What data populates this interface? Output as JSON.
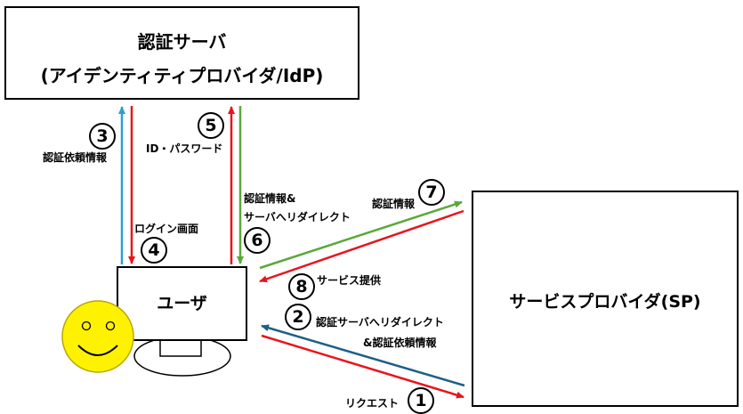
{
  "idp": {
    "title_line1": "認証サーバ",
    "title_line2": "(アイデンティティプロバイダ/IdP)"
  },
  "sp": {
    "title": "サービスプロバイダ(SP)"
  },
  "user": {
    "title": "ユーザ"
  },
  "steps": {
    "s1": {
      "num": "1",
      "label": "リクエスト"
    },
    "s2": {
      "num": "2",
      "label_line1": "認証サーバへリダイレクト",
      "label_line2": "&認証依頼情報"
    },
    "s3": {
      "num": "3",
      "label": "認証依頼情報"
    },
    "s4": {
      "num": "4",
      "label": "ログイン画面"
    },
    "s5": {
      "num": "5",
      "label": "ID・パスワード"
    },
    "s6": {
      "num": "6",
      "label_line1": "認証情報&",
      "label_line2": "サーバへリダイレクト"
    },
    "s7": {
      "num": "7",
      "label": "認証情報"
    },
    "s8": {
      "num": "8",
      "label": "サービス提供"
    }
  },
  "colors": {
    "red": "#e8141b",
    "blue": "#2f9fd0",
    "dark_blue": "#1f5f87",
    "green": "#5aa83a",
    "face": "#fff200",
    "face_border": "#b8a800"
  }
}
